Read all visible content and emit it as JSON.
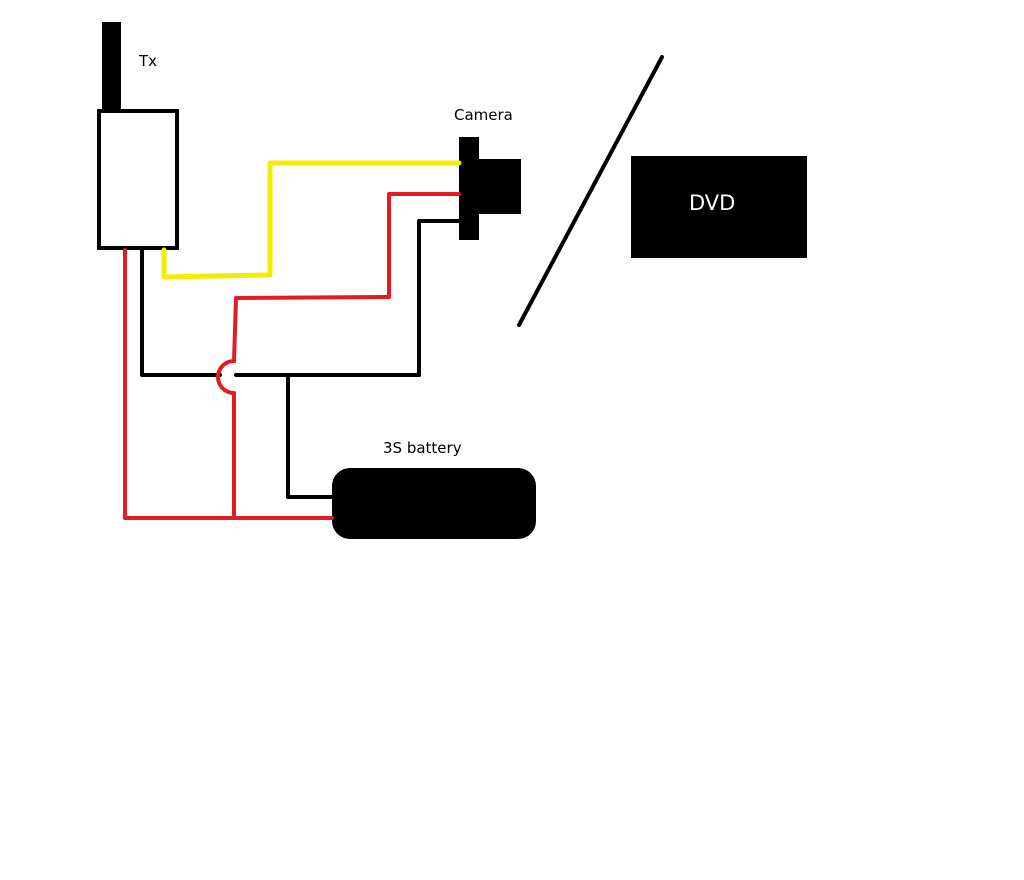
{
  "labels": {
    "transmitter": "Tx",
    "camera": "Camera",
    "dvd": "DVD",
    "battery": "3S battery"
  },
  "colors": {
    "background": "#ffffff",
    "outline": "#000000",
    "positive_wire": "#e21c24",
    "video_wire": "#f4ec00",
    "ground_wire": "#000000",
    "fill_dark": "#000000",
    "dvd_text": "#ffffff"
  },
  "components": [
    {
      "id": "transmitter",
      "label_key": "transmitter"
    },
    {
      "id": "camera",
      "label_key": "camera"
    },
    {
      "id": "dvd",
      "label_key": "dvd"
    },
    {
      "id": "battery",
      "label_key": "battery"
    }
  ],
  "connections": [
    {
      "from": "transmitter",
      "to": "camera",
      "type": "video"
    },
    {
      "from": "battery",
      "to": "transmitter",
      "type": "positive"
    },
    {
      "from": "battery",
      "to": "camera",
      "type": "positive"
    },
    {
      "from": "battery",
      "to": "transmitter",
      "type": "ground"
    },
    {
      "from": "battery",
      "to": "camera",
      "type": "ground"
    }
  ]
}
